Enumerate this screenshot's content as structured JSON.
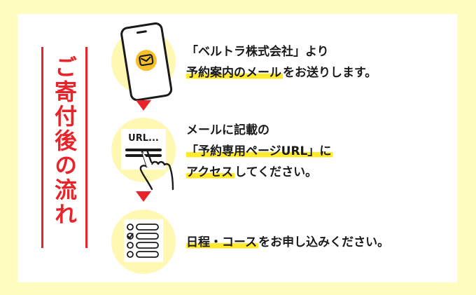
{
  "title": "ご寄付後の流れ",
  "colors": {
    "background": "#fffcbf",
    "panel": "#ffffff",
    "accent_red": "#e8242b",
    "circle_fill": "#fff8b3",
    "highlight": "#ffe92f",
    "mail_badge": "#f5c02b"
  },
  "steps": [
    {
      "icon": "smartphone-mail-icon",
      "lines": [
        {
          "plain": "「ベルトラ株式会社」より",
          "highlight": ""
        },
        {
          "highlight": "予約案内のメール",
          "plain": "をお送りします。"
        }
      ]
    },
    {
      "icon": "url-tap-icon",
      "icon_label": "URL...",
      "lines": [
        {
          "plain": "メールに記載の",
          "highlight": ""
        },
        {
          "highlight": "「予約専用ページURL」に",
          "plain": ""
        },
        {
          "highlight": "アクセス",
          "plain": "してください。"
        }
      ]
    },
    {
      "icon": "checklist-form-icon",
      "lines": [
        {
          "highlight": "日程・コース",
          "plain": "をお申し込みください。"
        }
      ]
    }
  ]
}
